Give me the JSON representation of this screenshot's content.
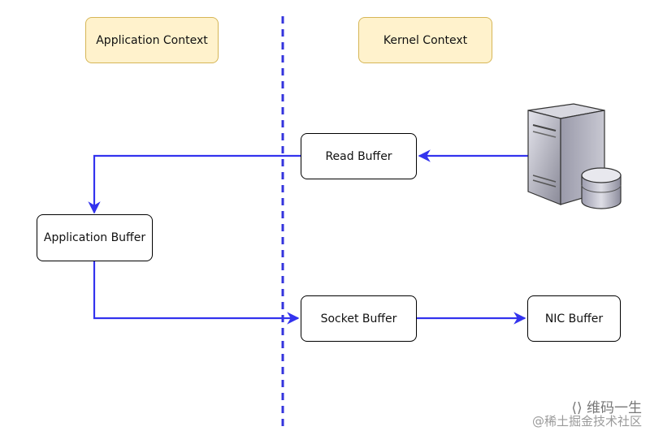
{
  "contexts": {
    "application": "Application Context",
    "kernel": "Kernel Context"
  },
  "nodes": {
    "read_buffer": "Read Buffer",
    "application_buffer": "Application Buffer",
    "socket_buffer": "Socket Buffer",
    "nic_buffer": "NIC Buffer"
  },
  "icons": {
    "server": "server-disk-icon"
  },
  "watermark": {
    "brand": "⟨⟩ 维码一生",
    "handle": "@稀土掘金技术社区"
  },
  "colors": {
    "arrow": "#3333ee",
    "divider": "#3333dd",
    "context_fill": "#fff2cc",
    "context_border": "#d6b656"
  }
}
